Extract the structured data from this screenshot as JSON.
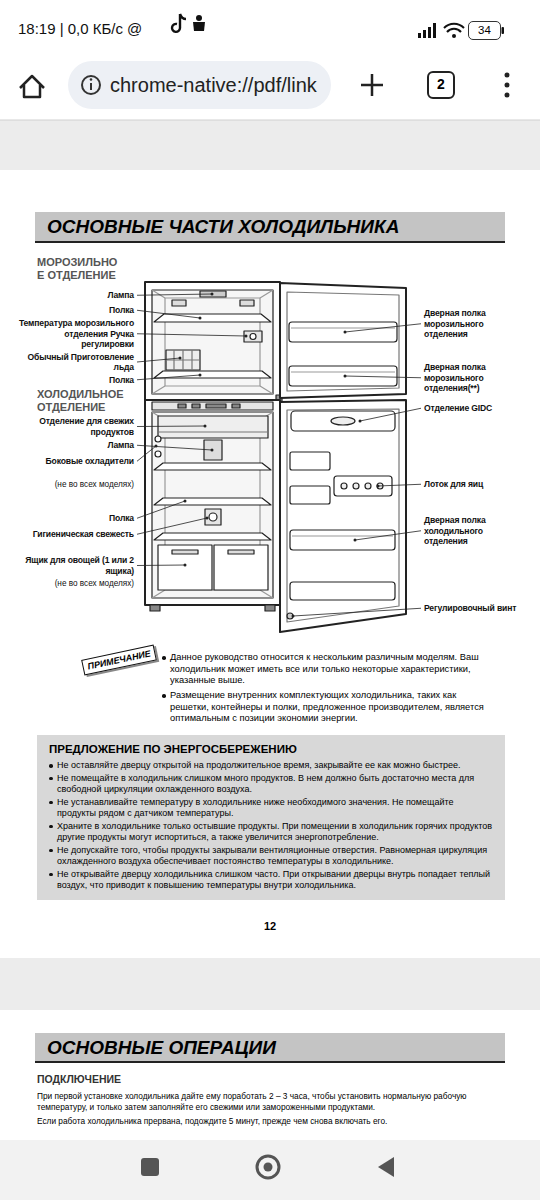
{
  "diagram": {
    "title": "ОСНОВНЫЕ ЧАСТИ ХОЛОДИЛЬНИКА",
    "nodes": [
      {
        "text": [
          "chrome-native://pdf/link"
        ]
      },
      {
        "text": [
          "2"
        ]
      },
      {
        "text": [
          "34"
        ]
      },
      {
        "text": [
          "ПРИМЕЧАНИЕ"
        ]
      },
      {
        "text": [
          "ПРЕДЛОЖЕНИЕ ПО ЭНЕРГОСБЕРЕЖЕНИЮ",
          "Не оставляйте дверцу открытой на продолжительное время, закрывайте ее как можно быстрее.",
          "Не помещайте в холодильник слишком много продуктов. В нем должно быть достаточно места для свободной циркуляции охлажденного воздуха.",
          "Не устанавливайте температуру в холодильнике ниже необходимого значения. Не помещайте продукты рядом с датчиком температуры.",
          "Храните в холодильнике только остывшие продукты. При помещении в холодильник горячих продуктов другие продукты могут испортиться, а также увеличится энергопотребление.",
          "Не допускайте того, чтобы продукты закрывали вентиляционные отверстия. Равномерная циркуляция охлажденного воздуха обеспечивает постоянство температуры в холодильнике.",
          "Не открывайте дверцу холодильника слишком часто. При открывании дверцы внутрь попадает теплый воздух, что приводит к повышению температуры внутри холодильника."
        ]
      },
      {
        "text": [
          "ОСНОВНЫЕ ОПЕРАЦИИ"
        ]
      }
    ],
    "labels": [
      "18:19 | 0,0 КБ/с",
      "@",
      "МОРОЗИЛЬНО Е ОТДЕЛЕНИЕ",
      "Лампа",
      "Полка",
      "Температура морозильного отделения Ручка регулировки",
      "Обычный Приготовление льда",
      "Полка",
      "ХОЛОДИЛЬНОЕ ОТДЕЛЕНИЕ",
      "Отделение для свежих продуктов",
      "Лампа",
      "Боковые охладители",
      "(не во всех моделях)",
      "Полка",
      "Гигиеническая свежесть",
      "Ящик для овощей (1 или 2 ящика)",
      "(не во всех моделях)",
      "Дверная полка морозильного отделения",
      "Дверная полка морозильного отделения(**)",
      "Отделение GIDC",
      "Лоток для яиц",
      "Дверная полка холодильного отделения",
      "Регулировочный винт",
      "Данное руководство относится к нескольким различным моделям. Ваш холодильник может иметь все или только некоторые характеристики, указанные выше.",
      "Размещение внутренних комплектующих холодильника, таких как решетки, контейнеры и полки, предложенное производителем, является оптимальным с позиции экономии энергии.",
      "12",
      "ПОДКЛЮЧЕНИЕ",
      "При первой установке холодильника дайте ему поработать 2 – 3 часа, чтобы установить нормальную рабочую температуру, и только затем заполняйте его свежими или замороженными продуктами.",
      "Если работа холодильника прервана, подождите 5 минут, прежде чем снова включать его."
    ]
  }
}
